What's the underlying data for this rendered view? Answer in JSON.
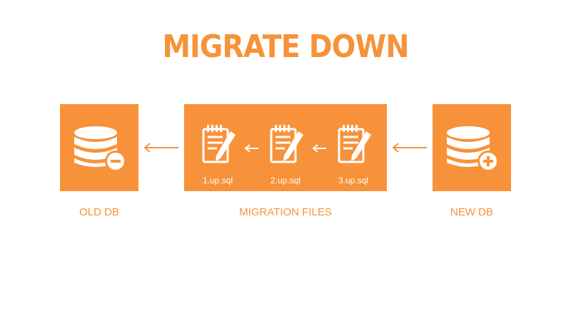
{
  "title": "MIGRATE DOWN",
  "colors": {
    "accent": "#F7923A",
    "background": "#FFFFFF",
    "icon": "#FFFFFF"
  },
  "nodes": {
    "old_db": {
      "label": "OLD DB",
      "icon": "database-minus-icon"
    },
    "migration_files": {
      "label": "MIGRATION FILES",
      "files": [
        {
          "name": "1.up.sql",
          "icon": "notepad-pencil-icon"
        },
        {
          "name": "2.up.sql",
          "icon": "notepad-pencil-icon"
        },
        {
          "name": "3.up.sql",
          "icon": "notepad-pencil-icon"
        }
      ]
    },
    "new_db": {
      "label": "NEW DB",
      "icon": "database-plus-icon"
    }
  },
  "flow_direction": "right-to-left"
}
